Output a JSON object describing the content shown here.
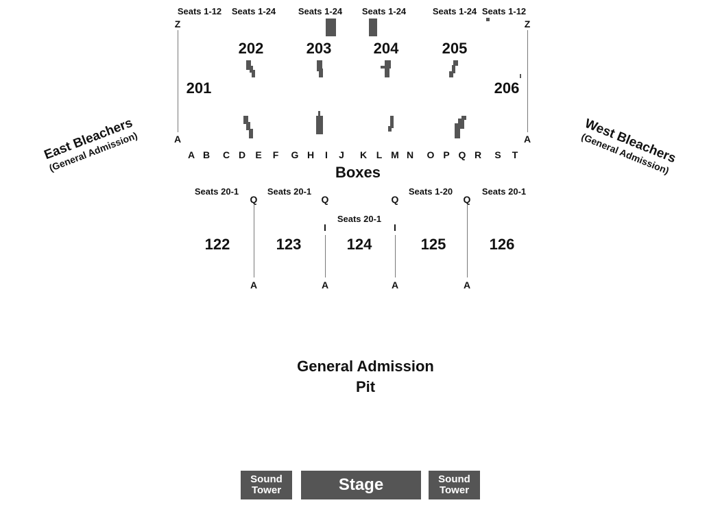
{
  "map": {
    "upper_seats": [
      "Seats 1-12",
      "Seats 1-24",
      "Seats 1-24",
      "Seats 1-24",
      "Seats 1-24",
      "Seats 1-12"
    ],
    "upper_rows": {
      "top_left": "Z",
      "bottom_left": "A",
      "top_right": "Z",
      "bottom_right": "A"
    },
    "upper_sections": [
      "201",
      "202",
      "203",
      "204",
      "205",
      "206"
    ],
    "box_rows": [
      "A",
      "B",
      "C",
      "D",
      "E",
      "F",
      "G",
      "H",
      "I",
      "J",
      "K",
      "L",
      "M",
      "N",
      "O",
      "P",
      "Q",
      "R",
      "S",
      "T"
    ],
    "boxes_label": "Boxes",
    "lower_seats": [
      "Seats 20-1",
      "Seats 20-1",
      "Seats 20-1",
      "Seats 1-20",
      "Seats 20-1"
    ],
    "lower_sections": [
      "122",
      "123",
      "124",
      "125",
      "126"
    ],
    "lower_rows": {
      "top": "Q",
      "mid": "I",
      "bottom": "A"
    },
    "east": {
      "name": "East Bleachers",
      "sub": "(General Admission)"
    },
    "west": {
      "name": "West Bleachers",
      "sub": "(General Admission)"
    },
    "pit": {
      "line1": "General Admission",
      "line2": "Pit"
    },
    "stage": "Stage",
    "tower_left": [
      "Sound",
      "Tower"
    ],
    "tower_right": [
      "Sound",
      "Tower"
    ],
    "colors": {
      "block": "#555555",
      "line": "#777777",
      "text": "#111111"
    }
  }
}
